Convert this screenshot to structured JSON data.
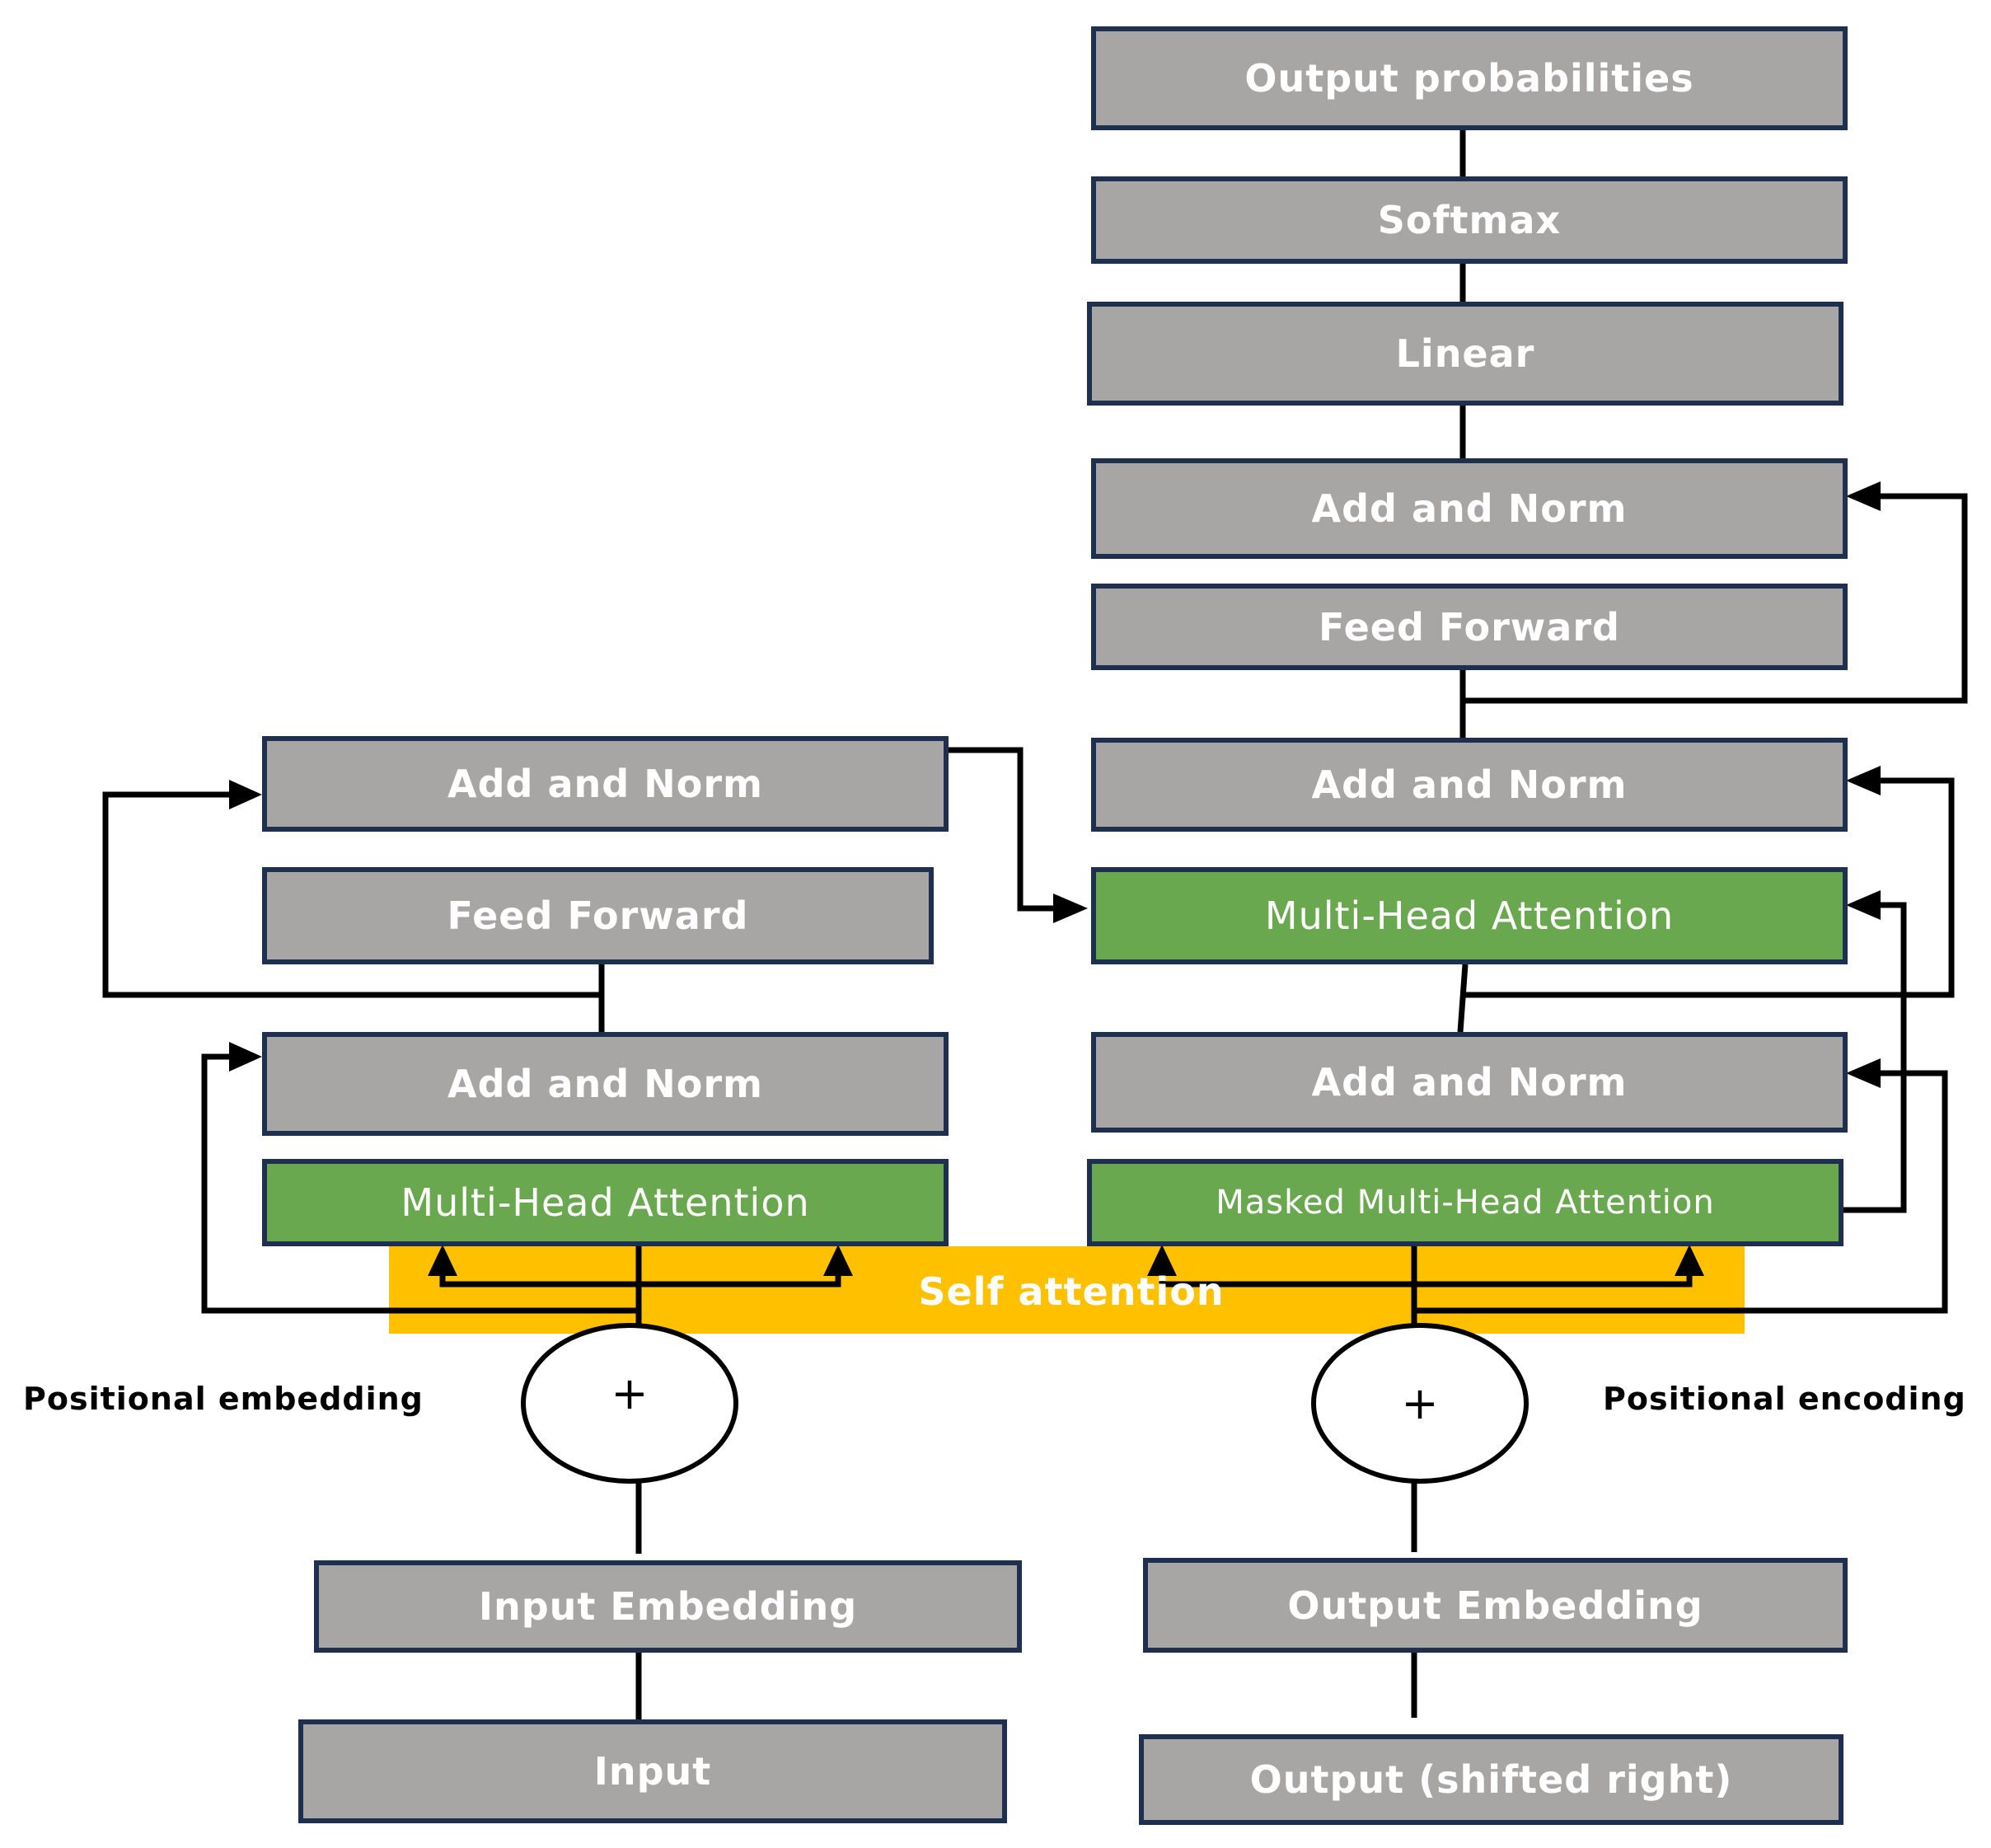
{
  "encoder": {
    "add_norm_top": "Add and Norm",
    "feed_forward": "Feed Forward",
    "add_norm_bottom": "Add and Norm",
    "multi_head_attention": "Multi-Head Attention",
    "positional_label": "Positional embedding",
    "plus": "+",
    "input_embedding": "Input Embedding",
    "input": "Input"
  },
  "decoder": {
    "output_probabilities": "Output probabilities",
    "softmax": "Softmax",
    "linear": "Linear",
    "add_norm_top": "Add and Norm",
    "feed_forward": "Feed Forward",
    "add_norm_middle": "Add and Norm",
    "multi_head_attention": "Multi-Head Attention",
    "add_norm_bottom": "Add and Norm",
    "masked_multi_head_attention": "Masked Multi-Head Attention",
    "positional_label": "Positional encoding",
    "plus": "+",
    "output_embedding": "Output Embedding",
    "output": "Output (shifted right)"
  },
  "self_attention_label": "Self attention",
  "colors": {
    "box_fill": "#a8a5a5",
    "box_border": "#1f2f4f",
    "attention_fill": "#6aa84f",
    "self_attention_band": "#ffc000",
    "text": "#ffffff",
    "connector": "#000000"
  }
}
